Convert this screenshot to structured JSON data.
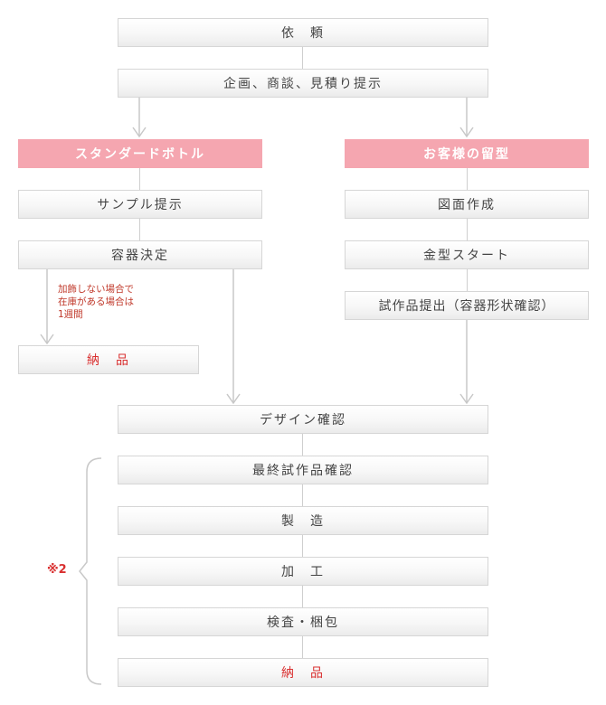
{
  "flow": {
    "request": "依　頼",
    "planning": "企画、商談、見積り提示",
    "left_header": "スタンダードボトル",
    "right_header": "お客様の留型",
    "sample": "サンプル提示",
    "container_decision": "容器決定",
    "left_delivery": "納　品",
    "drawing": "図面作成",
    "mold_start": "金型スタート",
    "prototype_submit": "試作品提出（容器形状確認）",
    "design_confirm": "デザイン確認",
    "final_prototype": "最終試作品確認",
    "manufacturing": "製　造",
    "processing": "加　工",
    "inspection": "検査・梱包",
    "final_delivery": "納　品"
  },
  "note": {
    "line1": "加飾しない場合で",
    "line2": "在庫がある場合は",
    "line3": "1週間"
  },
  "reference_mark": "※2",
  "colors": {
    "accent_pink": "#f5a6b0",
    "delivery_red": "#d93030",
    "connector_gray": "#cfcfcf"
  }
}
